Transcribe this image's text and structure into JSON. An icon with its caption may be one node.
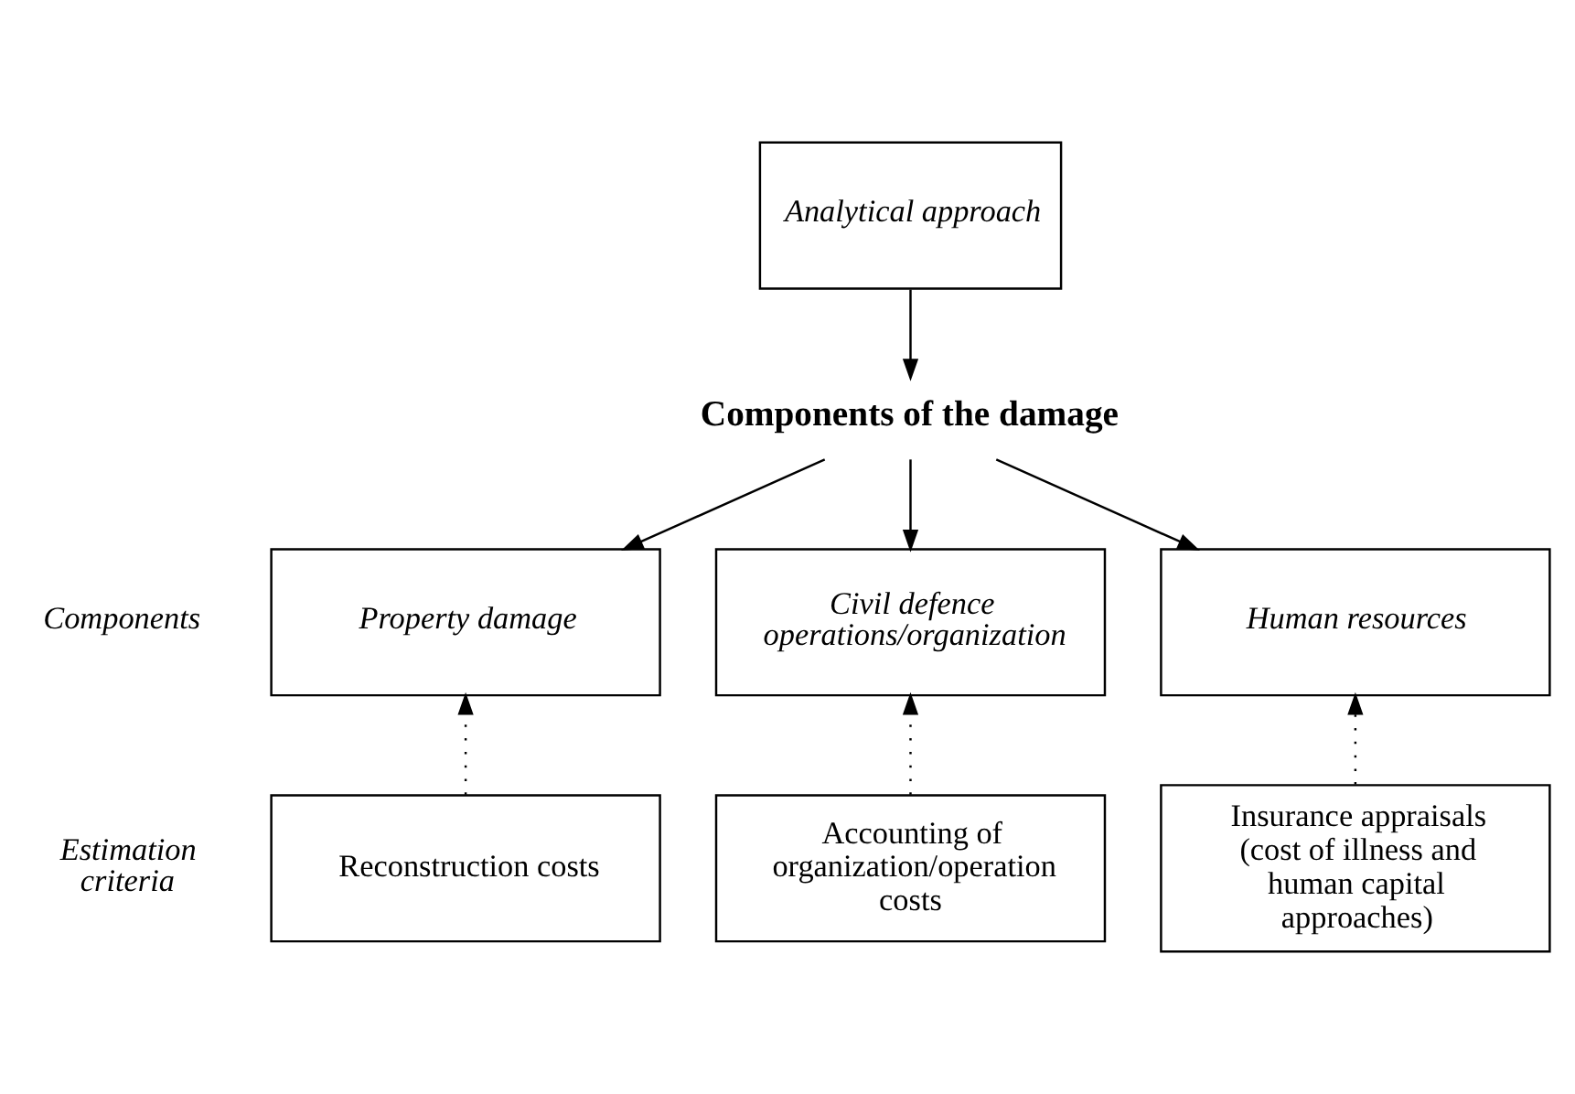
{
  "diagram": {
    "nodes": [
      {
        "text": [
          "Analytical approach"
        ]
      },
      {
        "text": [
          "Components of the damage"
        ]
      },
      {
        "text": [
          "Property damage"
        ]
      },
      {
        "text": [
          "Civil defence operations/organization"
        ]
      },
      {
        "text": [
          "Human resources"
        ]
      },
      {
        "text": [
          "Reconstruction costs"
        ]
      },
      {
        "text": [
          "Accounting of organization/operation costs"
        ]
      },
      {
        "text": [
          "Insurance appraisals (cost of illness and human capital approaches)"
        ]
      }
    ],
    "edges": [
      {
        "from": 0,
        "to": 1,
        "arrow": "to"
      },
      {
        "from": 1,
        "to": 2,
        "arrow": "to"
      },
      {
        "from": 1,
        "to": 3,
        "arrow": "to"
      },
      {
        "from": 1,
        "to": 4,
        "arrow": "to"
      },
      {
        "from": 5,
        "to": 2,
        "arrow": "to",
        "style": "dashed"
      },
      {
        "from": 6,
        "to": 3,
        "arrow": "to",
        "style": "dashed"
      },
      {
        "from": 7,
        "to": 4,
        "arrow": "to",
        "style": "dashed"
      }
    ],
    "labels": [
      "Components",
      "Estimation criteria"
    ]
  }
}
